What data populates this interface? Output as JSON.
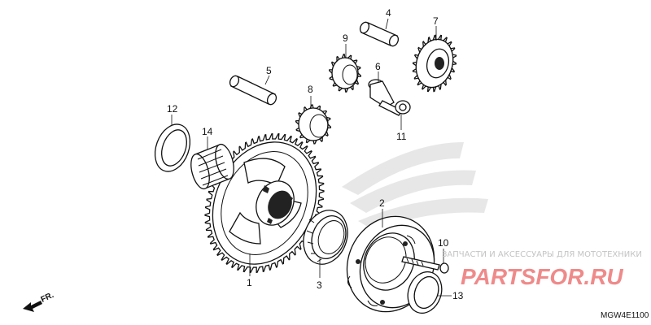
{
  "diagram": {
    "code": "MGW4E1100",
    "direction_label": "FR.",
    "callouts": [
      {
        "id": "1",
        "name": "starter-driven-gear"
      },
      {
        "id": "2",
        "name": "starter-clutch-outer"
      },
      {
        "id": "3",
        "name": "one-way-clutch"
      },
      {
        "id": "4",
        "name": "shaft-upper"
      },
      {
        "id": "5",
        "name": "shaft-left"
      },
      {
        "id": "6",
        "name": "stepped-shaft"
      },
      {
        "id": "7",
        "name": "reduction-gear"
      },
      {
        "id": "8",
        "name": "idle-gear-a"
      },
      {
        "id": "9",
        "name": "idle-gear-b"
      },
      {
        "id": "10",
        "name": "bolt"
      },
      {
        "id": "11",
        "name": "washer-small"
      },
      {
        "id": "12",
        "name": "washer-large"
      },
      {
        "id": "13",
        "name": "washer-right"
      },
      {
        "id": "14",
        "name": "needle-bearing"
      }
    ]
  },
  "watermark": {
    "caption": "ЗАПЧАСТИ И АКСЕССУАРЫ ДЛЯ МОТОТЕХНИКИ",
    "brand": "PARTSFOR.RU",
    "brand_color": "#ef8a8a"
  }
}
